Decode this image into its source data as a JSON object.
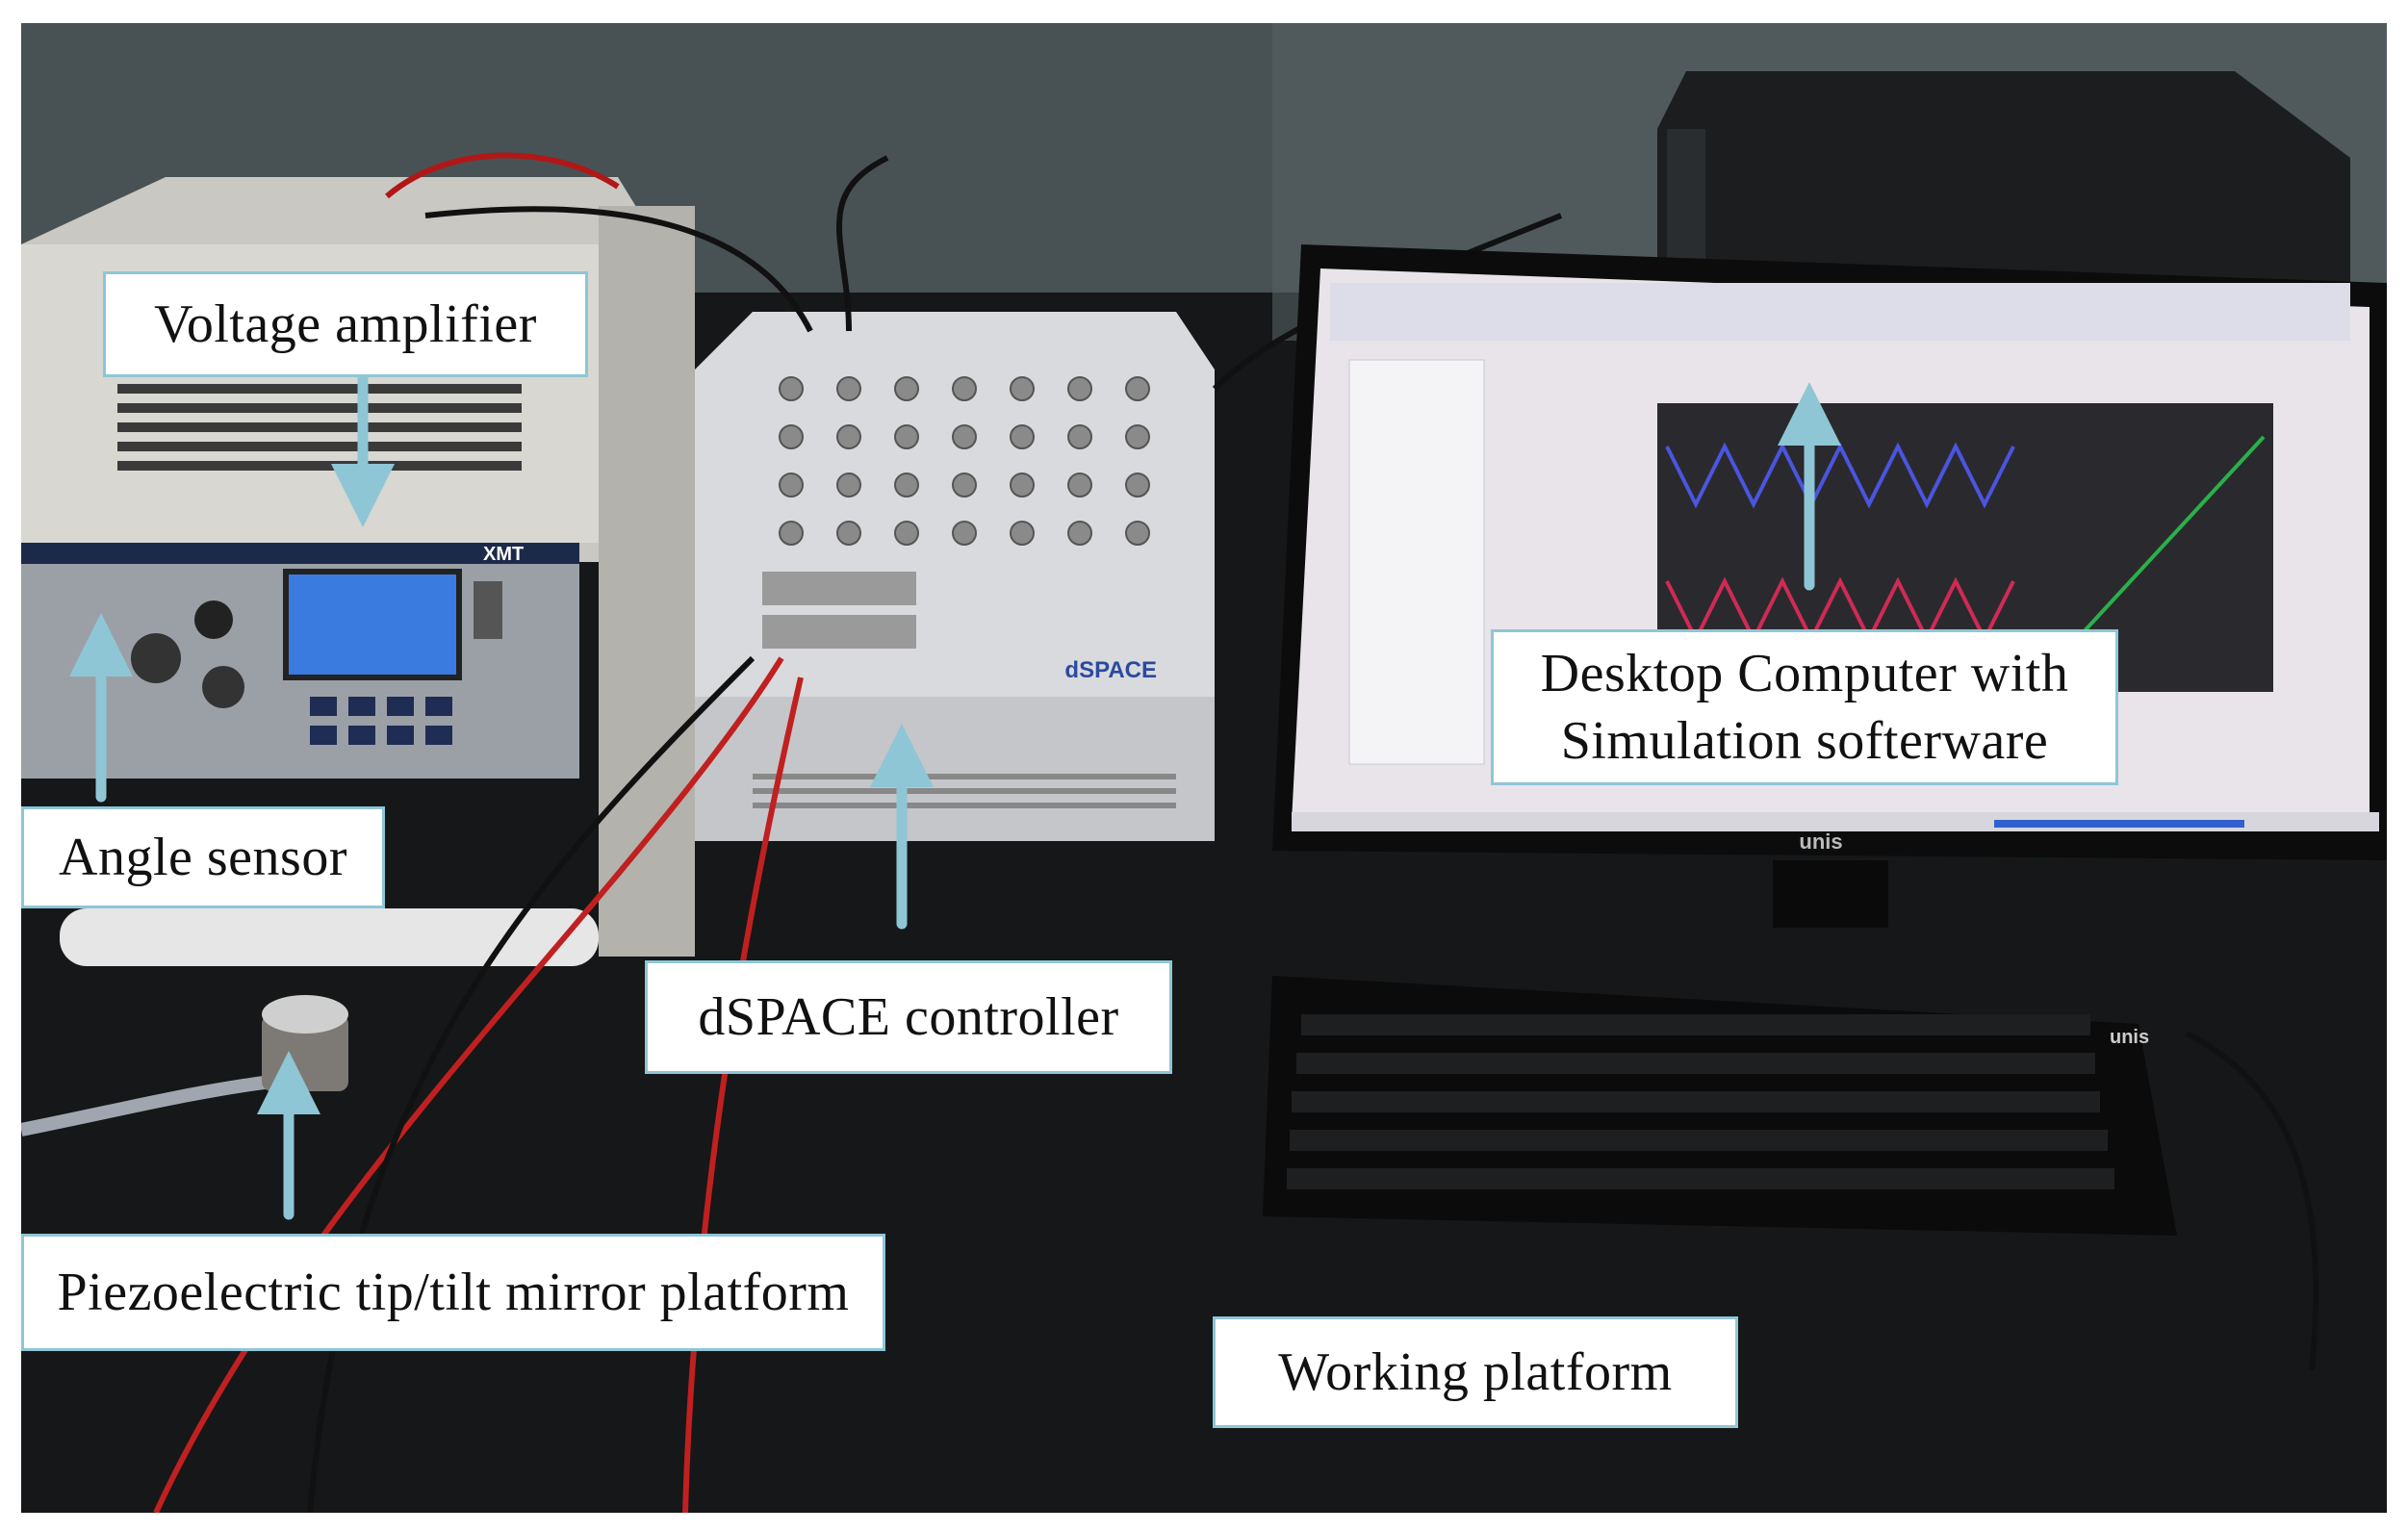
{
  "labels": {
    "voltage_amplifier": "Voltage amplifier",
    "angle_sensor": "Angle sensor",
    "piezo_platform": "Piezoelectric tip/tilt mirror platform",
    "dspace_controller": "dSPACE controller",
    "desktop_computer": "Desktop Computer with\nSimulation softerware",
    "working_platform": "Working platform"
  },
  "equipment_markings": {
    "amplifier_brand": "XMT",
    "controller_brand": "dSPACE",
    "monitor_brand": "unis",
    "keyboard_brand": "unis"
  },
  "colors": {
    "callout_border": "#8ec6d6",
    "arrow": "#8ec6d6",
    "table": "#141617"
  }
}
